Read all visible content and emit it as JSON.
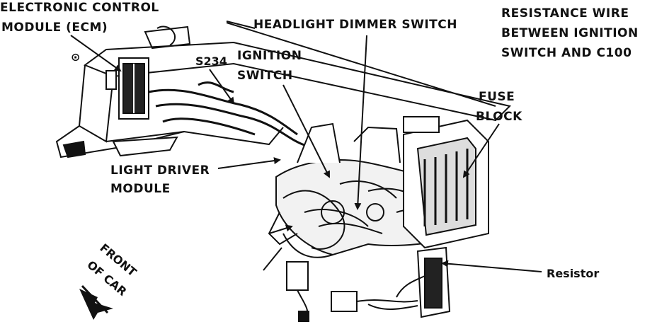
{
  "figure": {
    "labels": {
      "ecm_line1": "ELECTRONIC CONTROL",
      "ecm_line2": "MODULE (ECM)",
      "headlight_dimmer": "HEADLIGHT DIMMER SWITCH",
      "resistance_line1": "RESISTANCE WIRE",
      "resistance_line2": "BETWEEN IGNITION",
      "resistance_line3": "SWITCH AND C100",
      "s234": "S234",
      "ignition_line1": "IGNITION",
      "ignition_line2": "SWITCH",
      "fuse_line1": "FUSE",
      "fuse_line2": "BLOCK",
      "light_driver_line1": "LIGHT DRIVER",
      "light_driver_line2": "MODULE",
      "front_line1": "FRONT",
      "front_line2": "OF CAR",
      "resistor": "Resistor",
      "callout_marker": "⊙"
    }
  }
}
